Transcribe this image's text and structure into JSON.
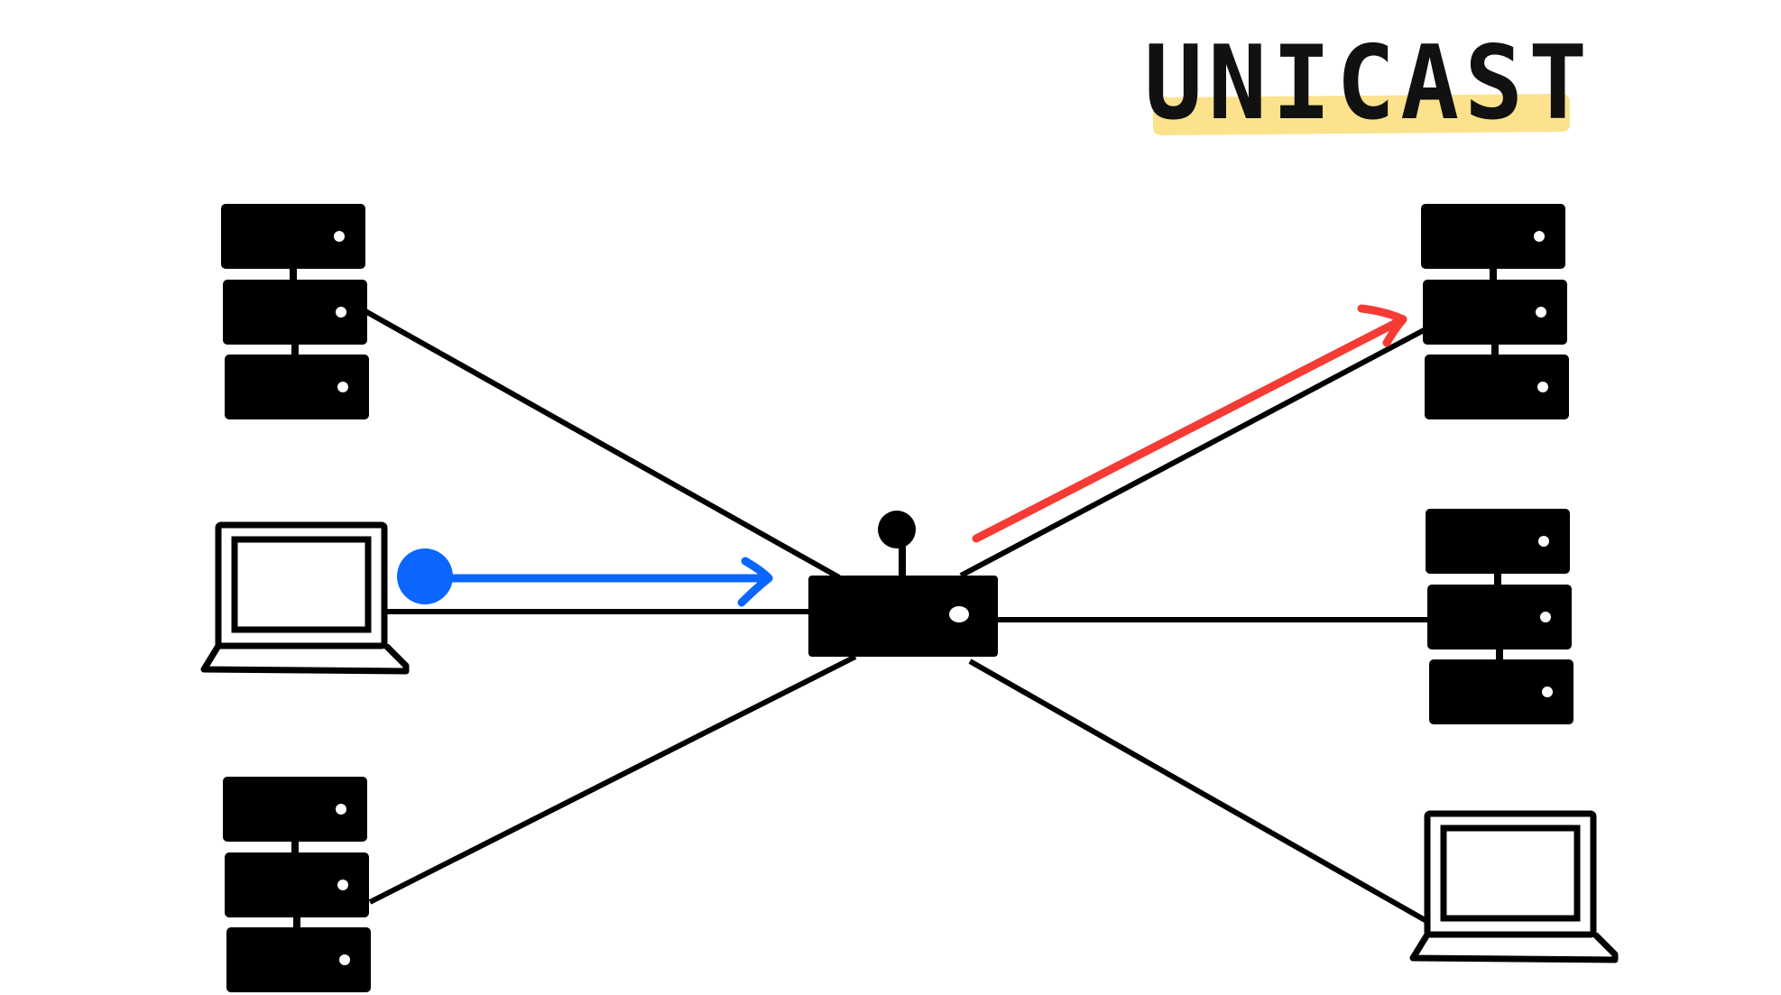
{
  "title": "UNICAST",
  "colors": {
    "ink": "#000000",
    "highlight": "#FCE28C",
    "sender_path": "#0A66FF",
    "delivery_path": "#F53B34",
    "background": "#FFFFFF"
  },
  "nodes": [
    {
      "id": "server-left-top",
      "kind": "server",
      "icon": "server-rack-icon"
    },
    {
      "id": "laptop-left-middle",
      "kind": "laptop",
      "icon": "laptop-icon",
      "role": "sender"
    },
    {
      "id": "server-left-bottom",
      "kind": "server",
      "icon": "server-rack-icon"
    },
    {
      "id": "router-center",
      "kind": "router",
      "icon": "router-icon"
    },
    {
      "id": "server-right-top",
      "kind": "server",
      "icon": "server-rack-icon",
      "role": "receiver"
    },
    {
      "id": "server-right-middle",
      "kind": "server",
      "icon": "server-rack-icon"
    },
    {
      "id": "laptop-right-bottom",
      "kind": "laptop",
      "icon": "laptop-icon"
    }
  ],
  "links": [
    {
      "from": "server-left-top",
      "to": "router-center"
    },
    {
      "from": "laptop-left-middle",
      "to": "router-center"
    },
    {
      "from": "server-left-bottom",
      "to": "router-center"
    },
    {
      "from": "router-center",
      "to": "server-right-top"
    },
    {
      "from": "router-center",
      "to": "server-right-middle"
    },
    {
      "from": "router-center",
      "to": "laptop-right-bottom"
    }
  ],
  "flows": [
    {
      "id": "packet-to-router",
      "from": "laptop-left-middle",
      "to": "router-center",
      "color_key": "sender_path"
    },
    {
      "id": "packet-to-receiver",
      "from": "router-center",
      "to": "server-right-top",
      "color_key": "delivery_path"
    }
  ]
}
